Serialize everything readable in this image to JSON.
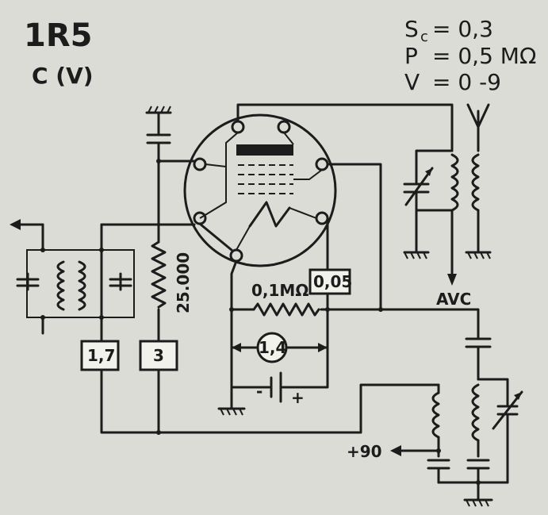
{
  "tube": {
    "type": "1R5",
    "class": "C (V)"
  },
  "specs": [
    {
      "symbol": "S",
      "sub": "c",
      "value": "= 0,3"
    },
    {
      "symbol": "P",
      "sub": "",
      "value": "= 0,5 MΩ"
    },
    {
      "symbol": "V",
      "sub": "",
      "value": "= 0 -9"
    }
  ],
  "labels": {
    "r_screen": "25.000",
    "r_grid": "0,1MΩ",
    "filament_box": "0,05",
    "filament_voltage": "1,4",
    "bat_minus": "-",
    "bat_plus": "+",
    "avc": "AVC",
    "b_plus": "+90",
    "box_left": "1,7",
    "box_mid": "3"
  },
  "colors": {
    "ink": "#1c1c1c",
    "paper": "#dcdcd6"
  }
}
